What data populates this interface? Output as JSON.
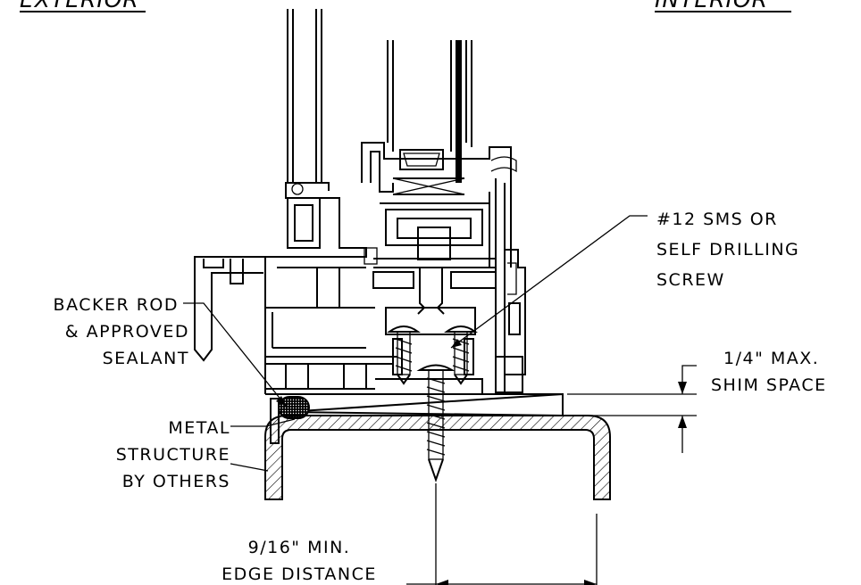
{
  "sides": {
    "exterior": "EXTERIOR",
    "interior": "INTERIOR"
  },
  "callouts": {
    "screw": [
      "#12 SMS OR",
      "SELF DRILLING",
      "SCREW"
    ],
    "sealant": [
      "BACKER ROD",
      "& APPROVED",
      "SEALANT"
    ],
    "structure": [
      "METAL",
      "STRUCTURE",
      "BY OTHERS"
    ],
    "shim": [
      "1/4\" MAX.",
      "SHIM SPACE"
    ],
    "edge": [
      "9/16\" MIN.",
      "EDGE DISTANCE"
    ]
  }
}
